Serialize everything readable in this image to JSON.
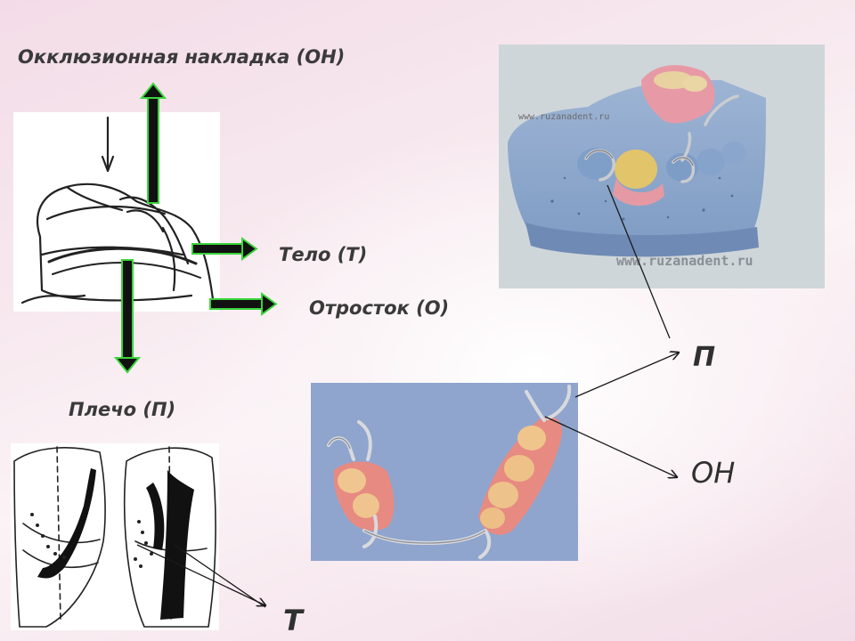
{
  "labels": {
    "occlusal": "Окклюзионная накладка (ОН)",
    "body": "Тело (Т)",
    "process": "Отросток (О)",
    "shoulder": "Плечо (П)",
    "p": "П",
    "on": "ОН",
    "t": "Т"
  },
  "watermarks": {
    "small": "www.ruzanadent.ru",
    "large": "www.ruzanadent.ru"
  },
  "colors": {
    "arrow_fill": "#111111",
    "arrow_outline": "#3bd43b",
    "line": "#1a1a1a"
  }
}
